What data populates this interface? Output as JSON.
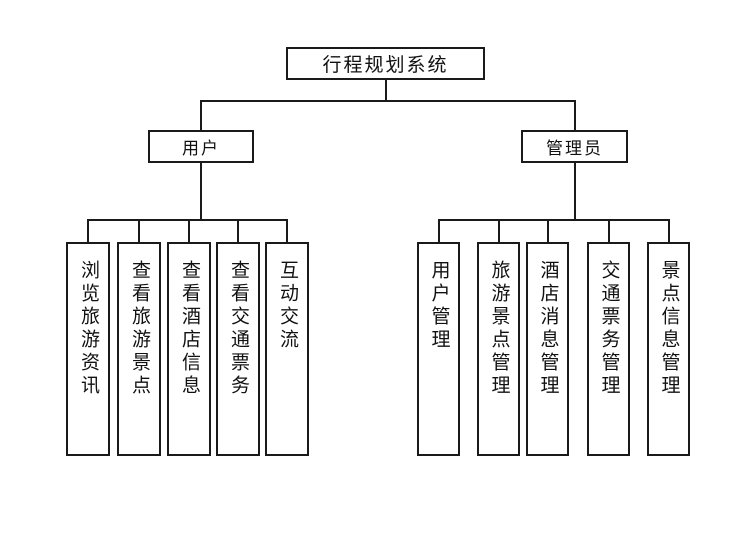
{
  "diagram": {
    "title": "行程规划系统",
    "type": "tree-hierarchy",
    "root": {
      "label": "行程规划系统"
    },
    "branches": [
      {
        "id": "user",
        "label": "用户",
        "leaves": [
          {
            "label": "浏览旅游资讯"
          },
          {
            "label": "查看旅游景点"
          },
          {
            "label": "查看酒店信息"
          },
          {
            "label": "查看交通票务"
          },
          {
            "label": "互动交流"
          }
        ]
      },
      {
        "id": "admin",
        "label": "管理员",
        "leaves": [
          {
            "label": "用户管理"
          },
          {
            "label": "旅游景点管理"
          },
          {
            "label": "酒店消息管理"
          },
          {
            "label": "交通票务管理"
          },
          {
            "label": "景点信息管理"
          }
        ]
      }
    ],
    "colors": {
      "background": "#ffffff",
      "stroke": "#1a1a1a",
      "text": "#111111"
    }
  }
}
